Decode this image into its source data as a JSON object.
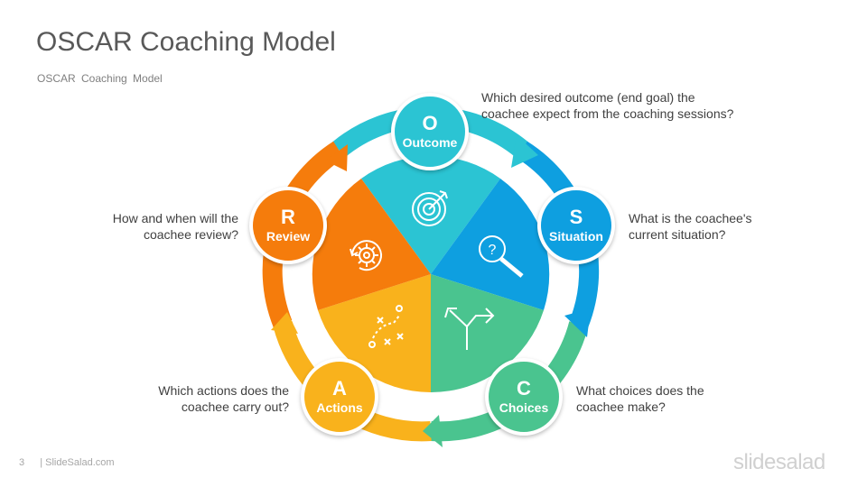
{
  "page": {
    "title": "OSCAR Coaching Model",
    "subtitle": "OSCAR  Coaching  Model",
    "page_number": "3",
    "footer_text": "| SlideSalad.com",
    "logo_text": "slidesalad"
  },
  "steps": [
    {
      "letter": "O",
      "label": "Outcome",
      "color": "#2bc4d3",
      "icon": "target-icon",
      "question_lines": [
        "Which desired outcome (end goal) the",
        "coachee expect from the coaching sessions?"
      ]
    },
    {
      "letter": "S",
      "label": "Situation",
      "color": "#0e9fe0",
      "icon": "magnifier-question-icon",
      "question_lines": [
        "What is the coachee's",
        "current situation?"
      ]
    },
    {
      "letter": "C",
      "label": "Choices",
      "color": "#4ac48f",
      "icon": "split-arrows-icon",
      "question_lines": [
        "What choices does the",
        "coachee make?"
      ]
    },
    {
      "letter": "A",
      "label": "Actions",
      "color": "#f9b21c",
      "icon": "strategy-plan-icon",
      "question_lines": [
        "Which actions does the",
        "coachee carry out?"
      ]
    },
    {
      "letter": "R",
      "label": "Review",
      "color": "#f57c0c",
      "icon": "review-gear-icon",
      "question_lines": [
        "How and when will the",
        "coachee review?"
      ]
    }
  ]
}
